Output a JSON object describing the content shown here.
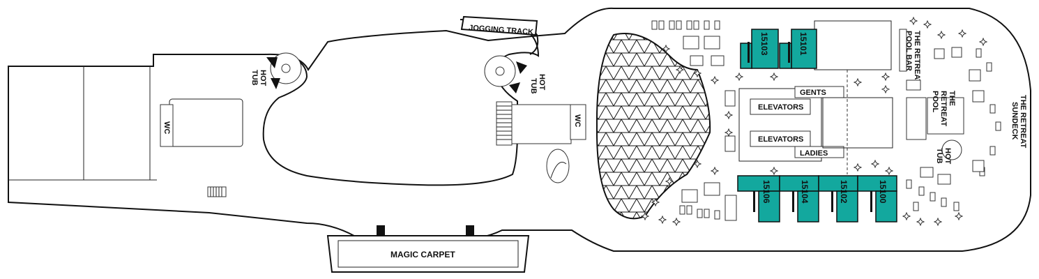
{
  "colors": {
    "cabin": "#13a89e",
    "line": "#111111",
    "background": "#ffffff"
  },
  "labels": {
    "jogging_track": "JOGGING TRACK",
    "hot_tub_left": [
      "HOT",
      "TUB"
    ],
    "hot_tub_mid": [
      "HOT",
      "TUB"
    ],
    "hot_tub_right": [
      "HOT",
      "TUB"
    ],
    "wc_left": "WC",
    "wc_right": "WC",
    "magic_carpet": "MAGIC CARPET",
    "elevators_top": "ELEVATORS",
    "elevators_bottom": "ELEVATORS",
    "gents": "GENTS",
    "ladies": "LADIES",
    "retreat_pool_bar": [
      "THE RETREAT",
      "POOL BAR"
    ],
    "retreat_pool": [
      "THE",
      "RETREAT",
      "POOL"
    ],
    "retreat_sundeck": [
      "THE RETREAT",
      "SUNDECK"
    ]
  },
  "cabins": {
    "top": [
      "15103",
      "15101"
    ],
    "bottom": [
      "15106",
      "15104",
      "15102",
      "15100"
    ]
  }
}
